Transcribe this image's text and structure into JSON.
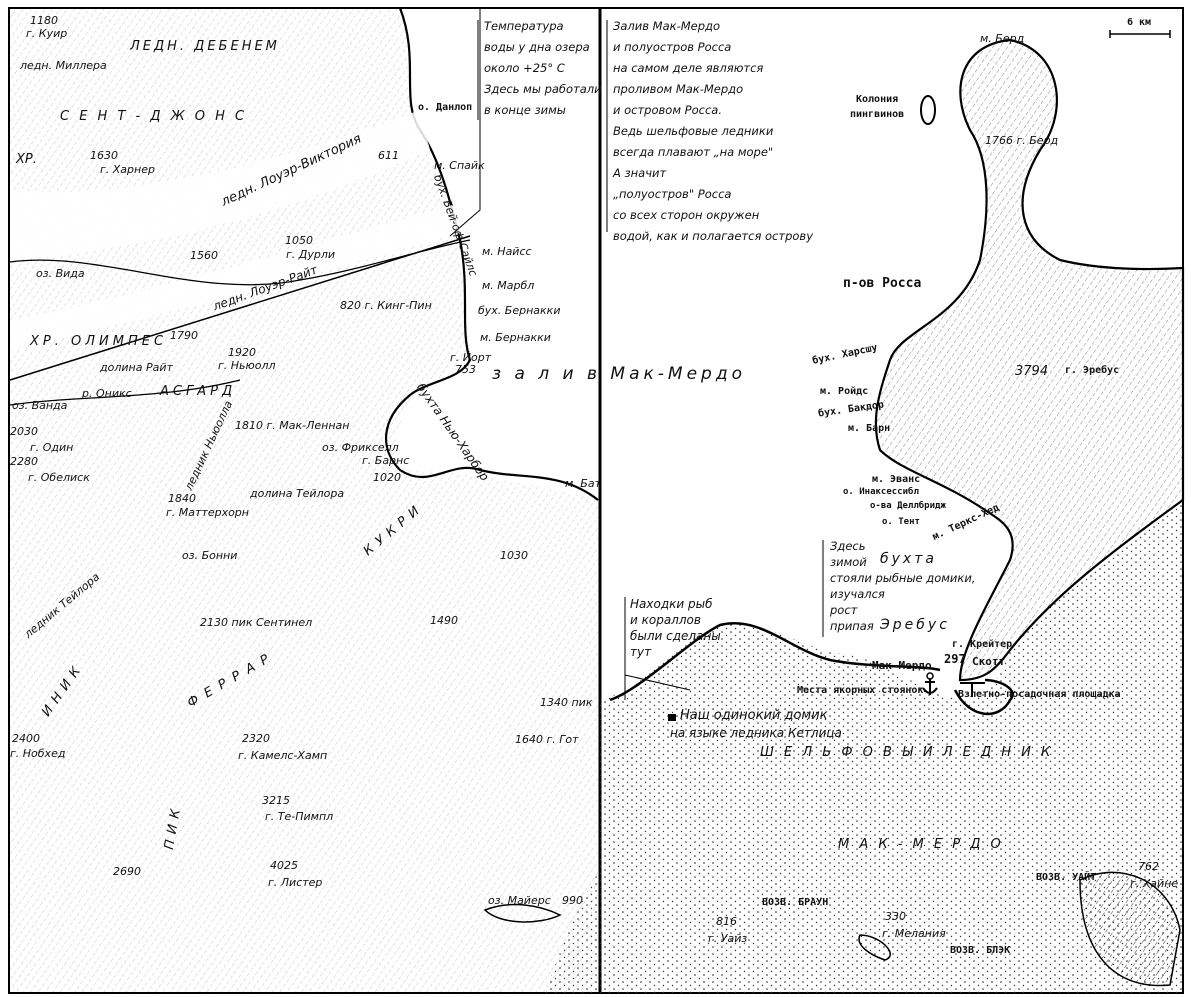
{
  "scale": "6 км",
  "notes": {
    "temperature": [
      "Температура",
      "воды у дна озера",
      "около +25° С",
      "Здесь мы работали",
      "в конце зимы"
    ],
    "strait": [
      "Залив Мак-Мердо",
      "и полуостров Росса",
      "на самом деле являются",
      "проливом Мак-Мердо",
      "и островом Росса.",
      "Ведь шельфовые ледники",
      "всегда плавают „на море\"",
      "А значит",
      "„полуостров\" Росса",
      "со всех сторон окружен",
      "водой, как и полагается острову"
    ],
    "fish_houses": [
      "Здесь",
      "зимой",
      "стояли рыбные домики,",
      "изучался",
      "рост",
      "припая"
    ],
    "finds": [
      "Находки рыб",
      "и кораллов",
      "были сделаны",
      "тут"
    ]
  },
  "left_labels": [
    "1180",
    "г. Куир",
    "ледн. Миллера",
    "ЛЕДН. ДЕБЕНЕМ",
    "ХР.",
    "С Е Н Т - Д Ж О Н С",
    "1630",
    "г. Харнер",
    "ледн. Лоуэр-Виктория",
    "611",
    "о. Данлоп",
    "м. Спайк",
    "бух. Бей-оф-Сайлс",
    "оз. Вида",
    "1560",
    "1050",
    "г. Дурли",
    "ледн. Лоуэр-Райт",
    "820 г. Кинг-Пин",
    "м. Найсс",
    "м. Марбл",
    "бух. Бернакки",
    "м. Бернакки",
    "г. Йорт",
    "753",
    "ХР. ОЛИМПЕС",
    "1790",
    "долина Райт",
    "1920",
    "г. Ньюолл",
    "оз. Ванда",
    "р. Оникс",
    "2030",
    "г. Один",
    "2280",
    "г. Обелиск",
    "1810 г. Мак-Леннан",
    "оз. Фрикселл",
    "г. Барнс",
    "1020",
    "долина Тейлора",
    "1840",
    "г. Маттерхорн",
    "ледник Ньюолла",
    "бухта Нью-Харбор",
    "м. Бат",
    "оз. Бонни",
    "1030",
    "ледник Тейлора",
    "2130 пик Сентинел",
    "1490",
    "2400",
    "г. Нобхед",
    "1340 пик",
    "2320",
    "г. Камелс-Хамп",
    "1640 г. Гот",
    "3215",
    "г. Те-Пимпл",
    "4025",
    "г. Листер",
    "2690",
    "оз. Майерс",
    "990",
    "АСГАРД",
    "КУКРИ",
    "ФЕРРАР",
    "ИНИК",
    "ПИК"
  ],
  "gulf_label": "з а л и в  Мак-Мердо",
  "right_labels": [
    "м. Берд",
    "Колония",
    "пингвинов",
    "1766 г. Берд",
    "п-ов Росса",
    "бух. Харсшу",
    "3794",
    "г. Эребус",
    "м. Ройдс",
    "бух. Бакдор",
    "м. Барн",
    "м. Эванс",
    "о. Инаксессибл",
    "о-ва Деллбридж",
    "о. Тент",
    "м. Теркс-Хед",
    "бухта",
    "Эребус",
    "г. Крейтер",
    "297",
    "Скотт",
    "Мак-Мердо",
    "Места якорных стоянок",
    "Взлетно-посадочная площадка",
    "Наш одинокий домик",
    "на языке ледника Кетлица",
    "Ш Е Л Ь Ф О В Ы Й   Л Е Д Н И К",
    "М А К - М Е Р Д О",
    "ВОЗВ. УАЙТ",
    "762",
    "г. Хайне",
    "ВОЗВ. БРАУН",
    "816",
    "г. Уайз",
    "330",
    "г. Мелания",
    "ВОЗВ. БЛЭК"
  ]
}
